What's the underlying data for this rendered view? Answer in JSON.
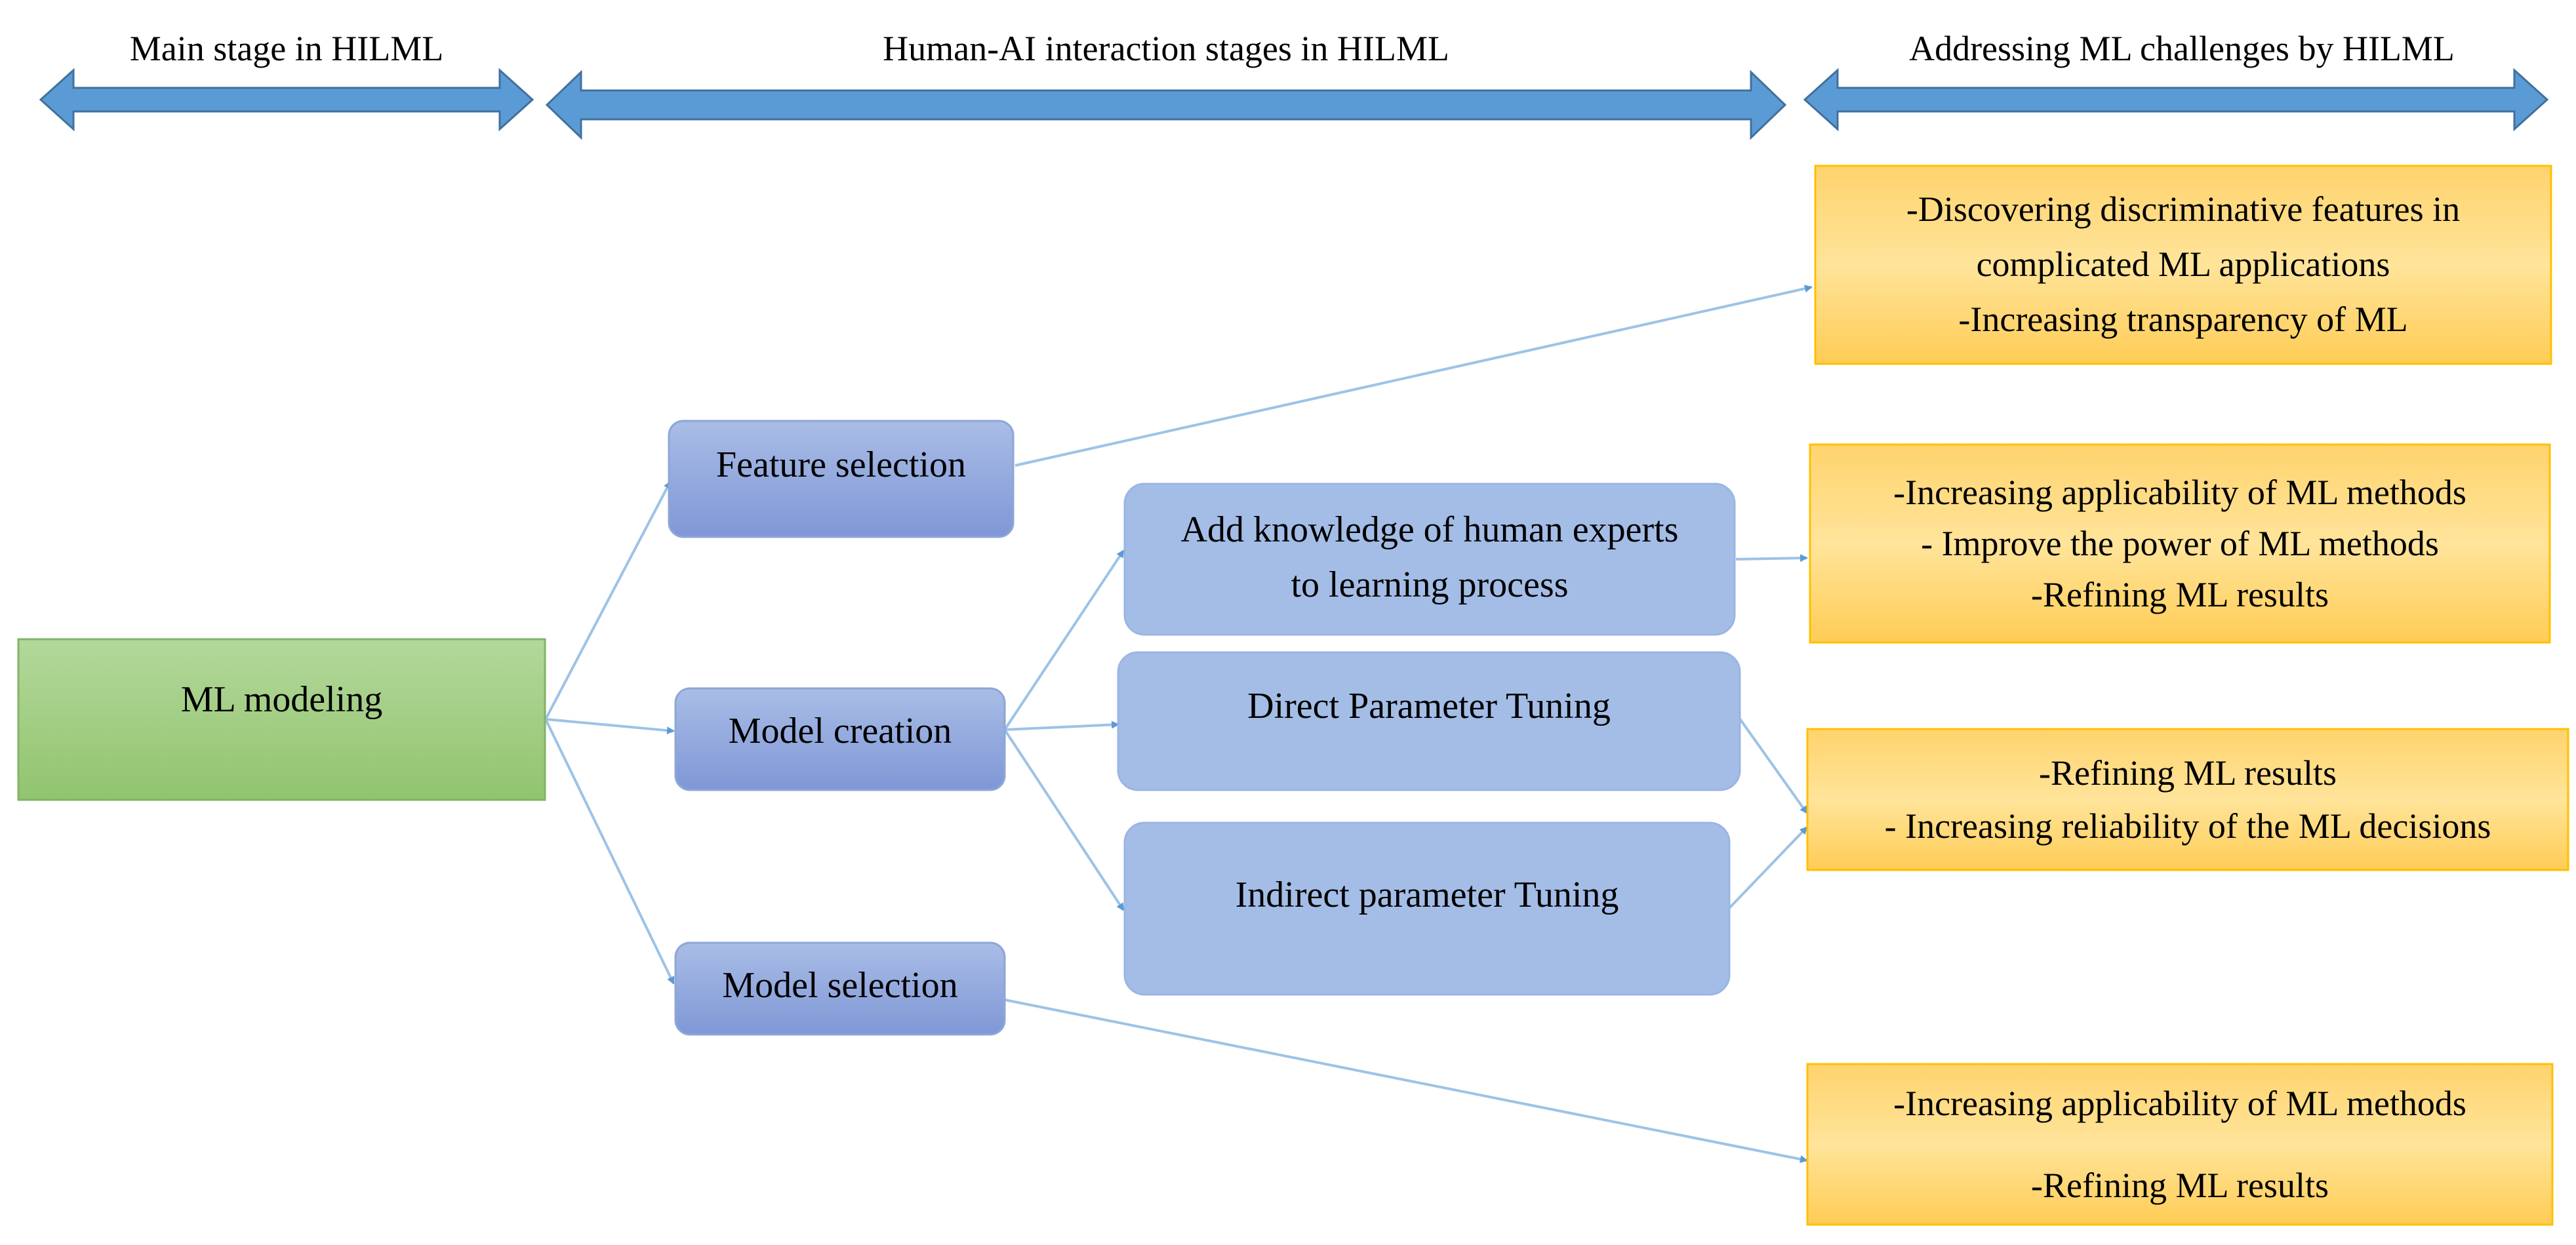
{
  "columns": {
    "main": "Main stage in HILML",
    "interaction": "Human-AI interaction stages in HILML",
    "challenges": "Addressing ML challenges by HILML"
  },
  "nodes": {
    "ml_modeling": "ML modeling",
    "feature_selection": "Feature selection",
    "model_creation": "Model creation",
    "model_selection": "Model selection",
    "add_knowledge": "Add knowledge of human experts to learning process",
    "direct_tuning": "Direct Parameter Tuning",
    "indirect_tuning": "Indirect parameter Tuning"
  },
  "challenges": {
    "c1": [
      "-Discovering discriminative features in",
      "complicated ML applications",
      "-Increasing transparency of ML"
    ],
    "c2": [
      "-Increasing applicability of ML methods",
      "- Improve the power of ML methods",
      "-Refining ML results"
    ],
    "c3": [
      "-Refining ML results",
      "- Increasing reliability of the ML decisions"
    ],
    "c4": [
      "-Increasing applicability of ML methods",
      "-Refining ML results"
    ]
  },
  "colors": {
    "header_arrow": "#5b9bd5",
    "ml_modeling_fill": "#a9d18e",
    "stage_fill": "#8faadc",
    "substage_fill": "#a4bde6",
    "challenge_fill": "#ffd966",
    "connector": "#9dc3e6"
  }
}
